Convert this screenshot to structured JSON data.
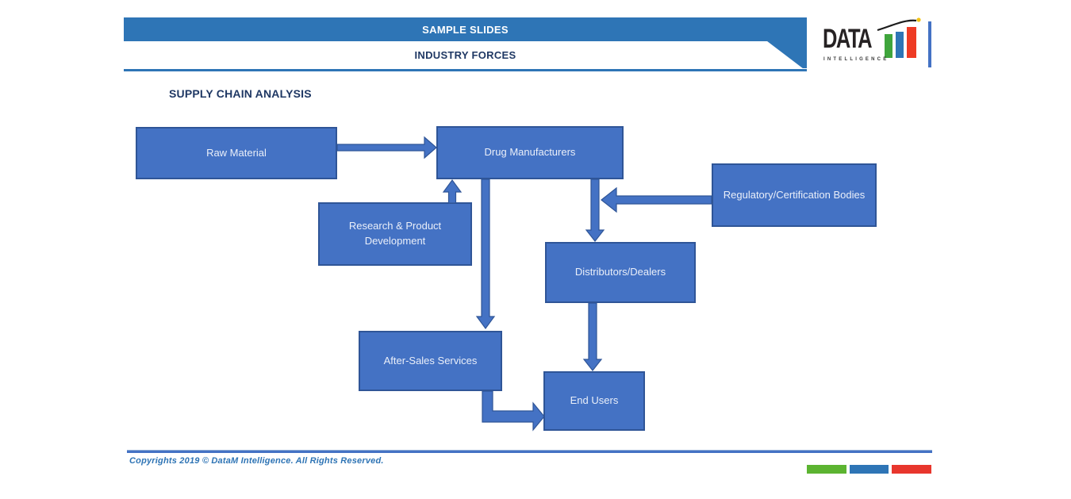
{
  "header": {
    "banner_title": "SAMPLE SLIDES",
    "banner_subtitle": "INDUSTRY FORCES",
    "logo": {
      "brand": "DATA",
      "tagline": "INTELLIGENCE",
      "icon": "bar-chart-growth-icon",
      "bar_colors": [
        "#3fa53c",
        "#2e75b6",
        "#ee3b24"
      ],
      "spark_color": "#f2c314"
    }
  },
  "slide": {
    "title": "SUPPLY CHAIN ANALYSIS",
    "diagram": {
      "nodes": [
        {
          "id": "raw-material",
          "label": "Raw Material"
        },
        {
          "id": "drug-manufacturers",
          "label": "Drug Manufacturers"
        },
        {
          "id": "research-product-development",
          "label": "Research & Product Development"
        },
        {
          "id": "regulatory-certification-bodies",
          "label": "Regulatory/Certification Bodies"
        },
        {
          "id": "distributors-dealers",
          "label": "Distributors/Dealers"
        },
        {
          "id": "after-sales-services",
          "label": "After-Sales Services"
        },
        {
          "id": "end-users",
          "label": "End Users"
        }
      ],
      "edges": [
        {
          "from": "Raw Material",
          "to": "Drug Manufacturers"
        },
        {
          "from": "Research & Product Development",
          "to": "Drug Manufacturers"
        },
        {
          "from": "Regulatory/Certification Bodies",
          "to": "Drug Manufacturers"
        },
        {
          "from": "Drug Manufacturers",
          "to": "Distributors/Dealers"
        },
        {
          "from": "Drug Manufacturers",
          "to": "After-Sales Services"
        },
        {
          "from": "Distributors/Dealers",
          "to": "End Users"
        },
        {
          "from": "After-Sales Services",
          "to": "End Users"
        }
      ]
    }
  },
  "footer": {
    "copyright": "Copyrights 2019 © DataM Intelligence. All Rights Reserved.",
    "deco_bars": [
      "#5cb431",
      "#2e75b6",
      "#e8362d"
    ]
  },
  "colors": {
    "banner_blue": "#2e75b6",
    "node_fill": "#4472c4",
    "node_border": "#2f5597",
    "title_navy": "#1f3864",
    "footer_blue": "#2e74b5"
  }
}
